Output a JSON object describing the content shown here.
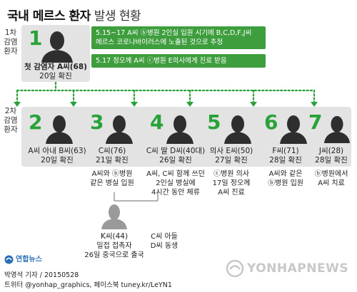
{
  "title": {
    "main": "국내 메르스 환자",
    "sub": " 발생 현황"
  },
  "row_labels": {
    "first": [
      "1차",
      "감염",
      "환자"
    ],
    "second": [
      "2차",
      "감염",
      "환자"
    ]
  },
  "first_patient": {
    "number": "1",
    "name": "첫 감염자 A씨(68)",
    "date": "20일 확진"
  },
  "first_notes": [
    "5.15~17 A씨 ⓑ병원 2인실 입원 시기에 B,C,D,F,J씨",
    "메르스 코로나바이러스에 노출된 것으로 추정",
    "5.17 정오께 A씨 ⓒ병원 E의사에게 진료 받음"
  ],
  "second_patients": [
    {
      "number": "2",
      "name": "A씨 아내 B씨(63)",
      "date": "20일 확진",
      "note": []
    },
    {
      "number": "3",
      "name": "C씨(76)",
      "date": "21일 확진",
      "note": [
        "A씨와 ⓑ병원",
        "같은 병실 입원"
      ]
    },
    {
      "number": "4",
      "name": "C씨 딸 D씨(40대)",
      "date": "26일 확진",
      "note": [
        "A씨, C씨 함께 쓰던",
        "2인실 병실에",
        "4시간 동안 체류"
      ]
    },
    {
      "number": "5",
      "name": "의사 E씨(50)",
      "date": "27일 확진",
      "note": [
        "ⓒ병원 의사",
        "17일 정오께",
        "A씨 진료"
      ]
    },
    {
      "number": "6",
      "name": "F씨(71)",
      "date": "28일 확진",
      "note": [
        "A씨와 같은",
        "ⓑ병원 입원"
      ]
    },
    {
      "number": "7",
      "name": "J씨(28)",
      "date": "28일 확진",
      "note": [
        "ⓑ병원에서",
        "A씨 치료"
      ]
    }
  ],
  "contact": {
    "name": "K씨(44)",
    "lines": [
      "밀접 접촉자",
      "26일 중국으로 출국"
    ],
    "relation": [
      "C씨 아들",
      "D씨 동생"
    ]
  },
  "footer": {
    "logo": "연합뉴스",
    "author": "박영석 기자 / 20150528",
    "sns": "트위터 @yonhap_graphics, 페이스북 tuney.kr/LeYN1"
  },
  "watermark": "YONHAPNEWS",
  "colors": {
    "green": "#2aa23a",
    "box_green": "#3e9e3e",
    "panel": "#e3e3e3",
    "silhouette": "#2e2e2e",
    "contact": "#9a9a9a"
  }
}
